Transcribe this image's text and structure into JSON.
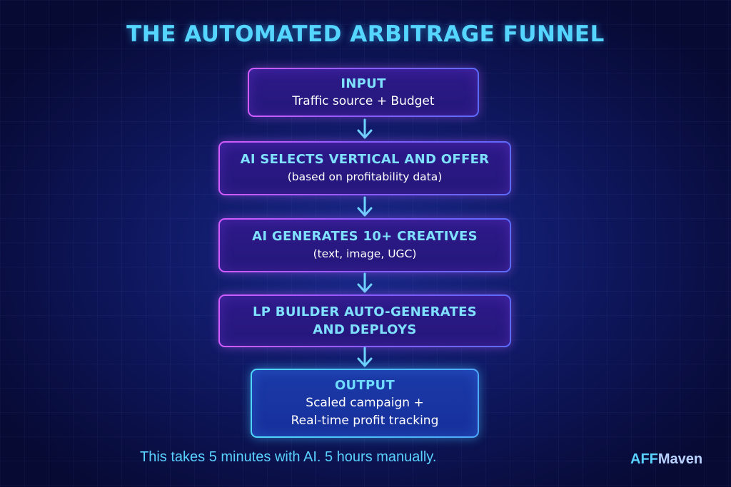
{
  "title": "THE AUTOMATED ARBITRAGE FUNNEL",
  "steps": [
    {
      "heading": "INPUT",
      "lines": [
        "Traffic source + Budget"
      ]
    },
    {
      "heading": "AI SELECTS VERTICAL AND OFFER",
      "lines": [
        "(based on profitability data)"
      ]
    },
    {
      "heading": "AI GENERATES 10+ CREATIVES",
      "lines": [
        "(text, image, UGC)"
      ]
    },
    {
      "heading_lines": [
        "LP BUILDER AUTO-GENERATES",
        "AND DEPLOYS"
      ]
    },
    {
      "heading": "OUTPUT",
      "lines": [
        "Scaled campaign +",
        "Real-time profit tracking"
      ]
    }
  ],
  "footer_note": "This takes 5 minutes with AI. 5 hours manually.",
  "brand": {
    "part1": "AFF",
    "part2": "Maven"
  },
  "colors": {
    "accent": "#55d6ff",
    "node_border_gradient": [
      "#d45cff",
      "#5c6bff"
    ],
    "output_border": "#4fd8ff",
    "background": "#0a0f45"
  },
  "icons": [
    "arrow-down-icon"
  ]
}
